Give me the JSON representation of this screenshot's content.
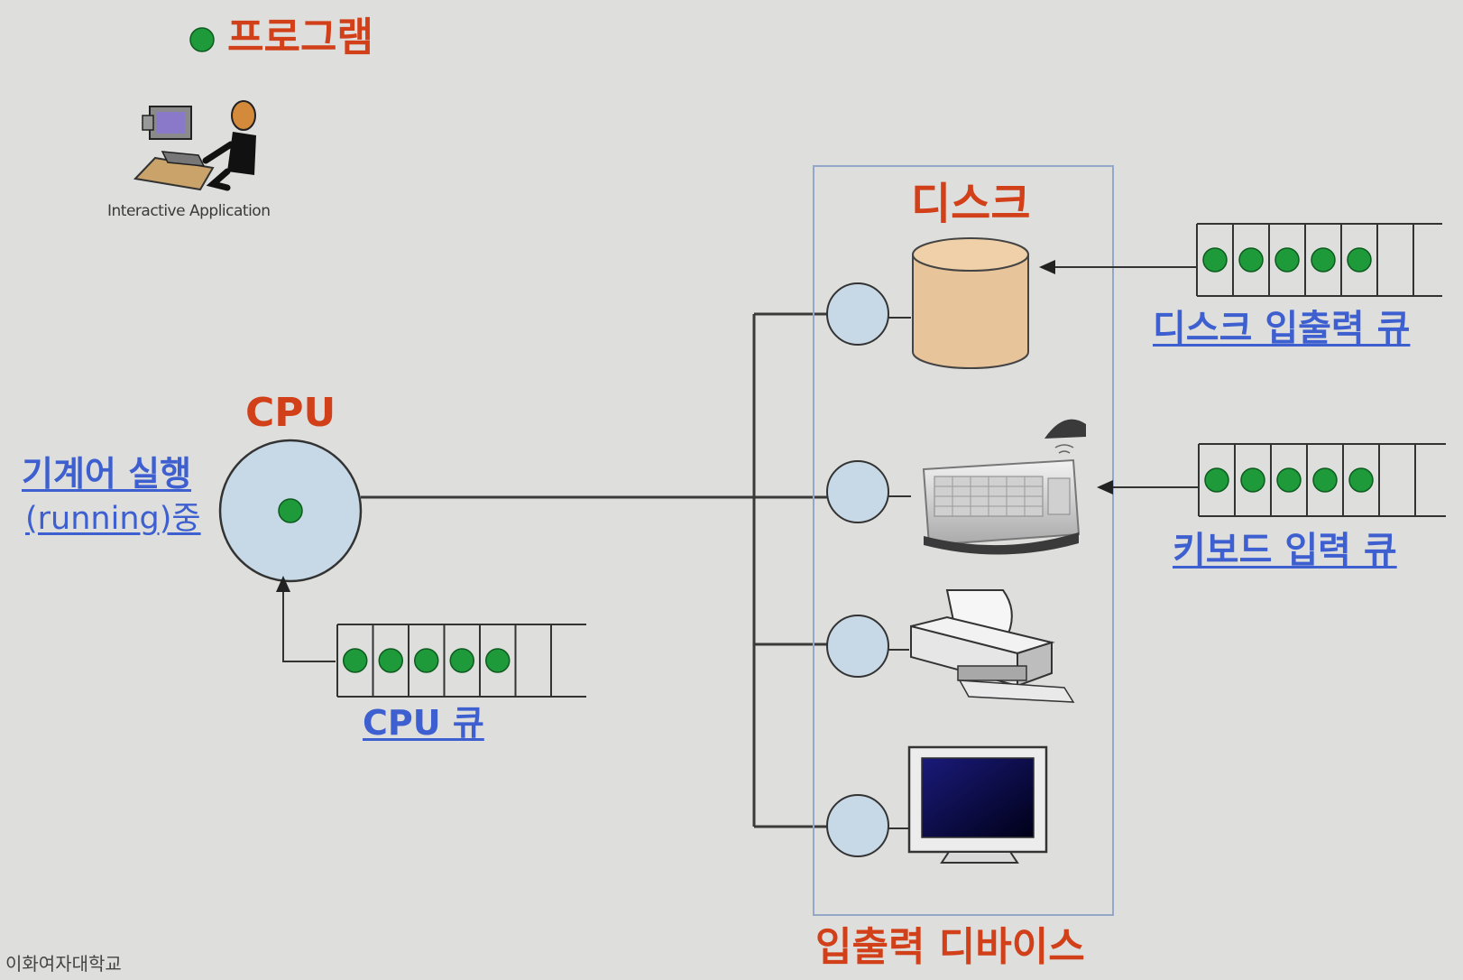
{
  "title": "프로그램",
  "app_caption": "Interactive Application",
  "cpu": {
    "label": "CPU",
    "running_line1": "기계어 실행",
    "running_line2": "(running)중"
  },
  "cpu_queue": {
    "label": "CPU 큐",
    "items": 5
  },
  "disk": {
    "label": "디스크"
  },
  "disk_queue": {
    "label": "디스크 입출력 큐",
    "items": 5
  },
  "keyboard_queue": {
    "label": "키보드 입력 큐",
    "items": 5
  },
  "io_devices_label": "입출력 디바이스",
  "footer": "이화여자대학교",
  "colors": {
    "background": "#dededc",
    "title_red": "#d2401a",
    "link_blue": "#3d5fcf",
    "process_green": "#1f9a3a",
    "node_fill": "#c7d9e6",
    "disk_fill": "#e8c49a"
  }
}
